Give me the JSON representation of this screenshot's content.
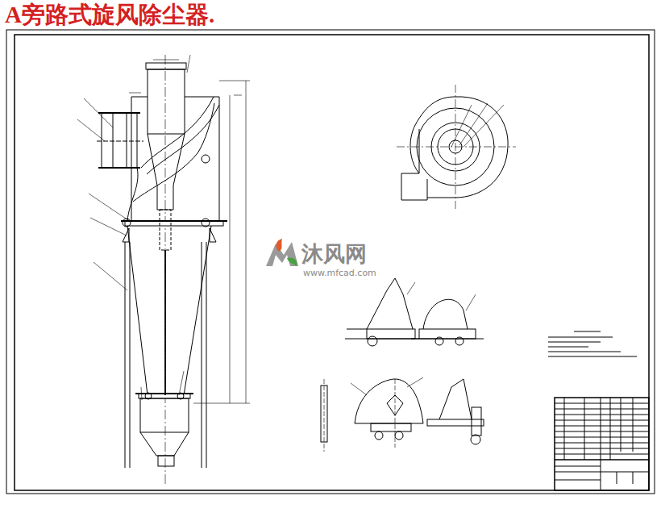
{
  "diagram": {
    "title": "A旁路式旋风除尘器.",
    "labels": [
      "沐风网",
      "www.mfcad.com"
    ]
  }
}
